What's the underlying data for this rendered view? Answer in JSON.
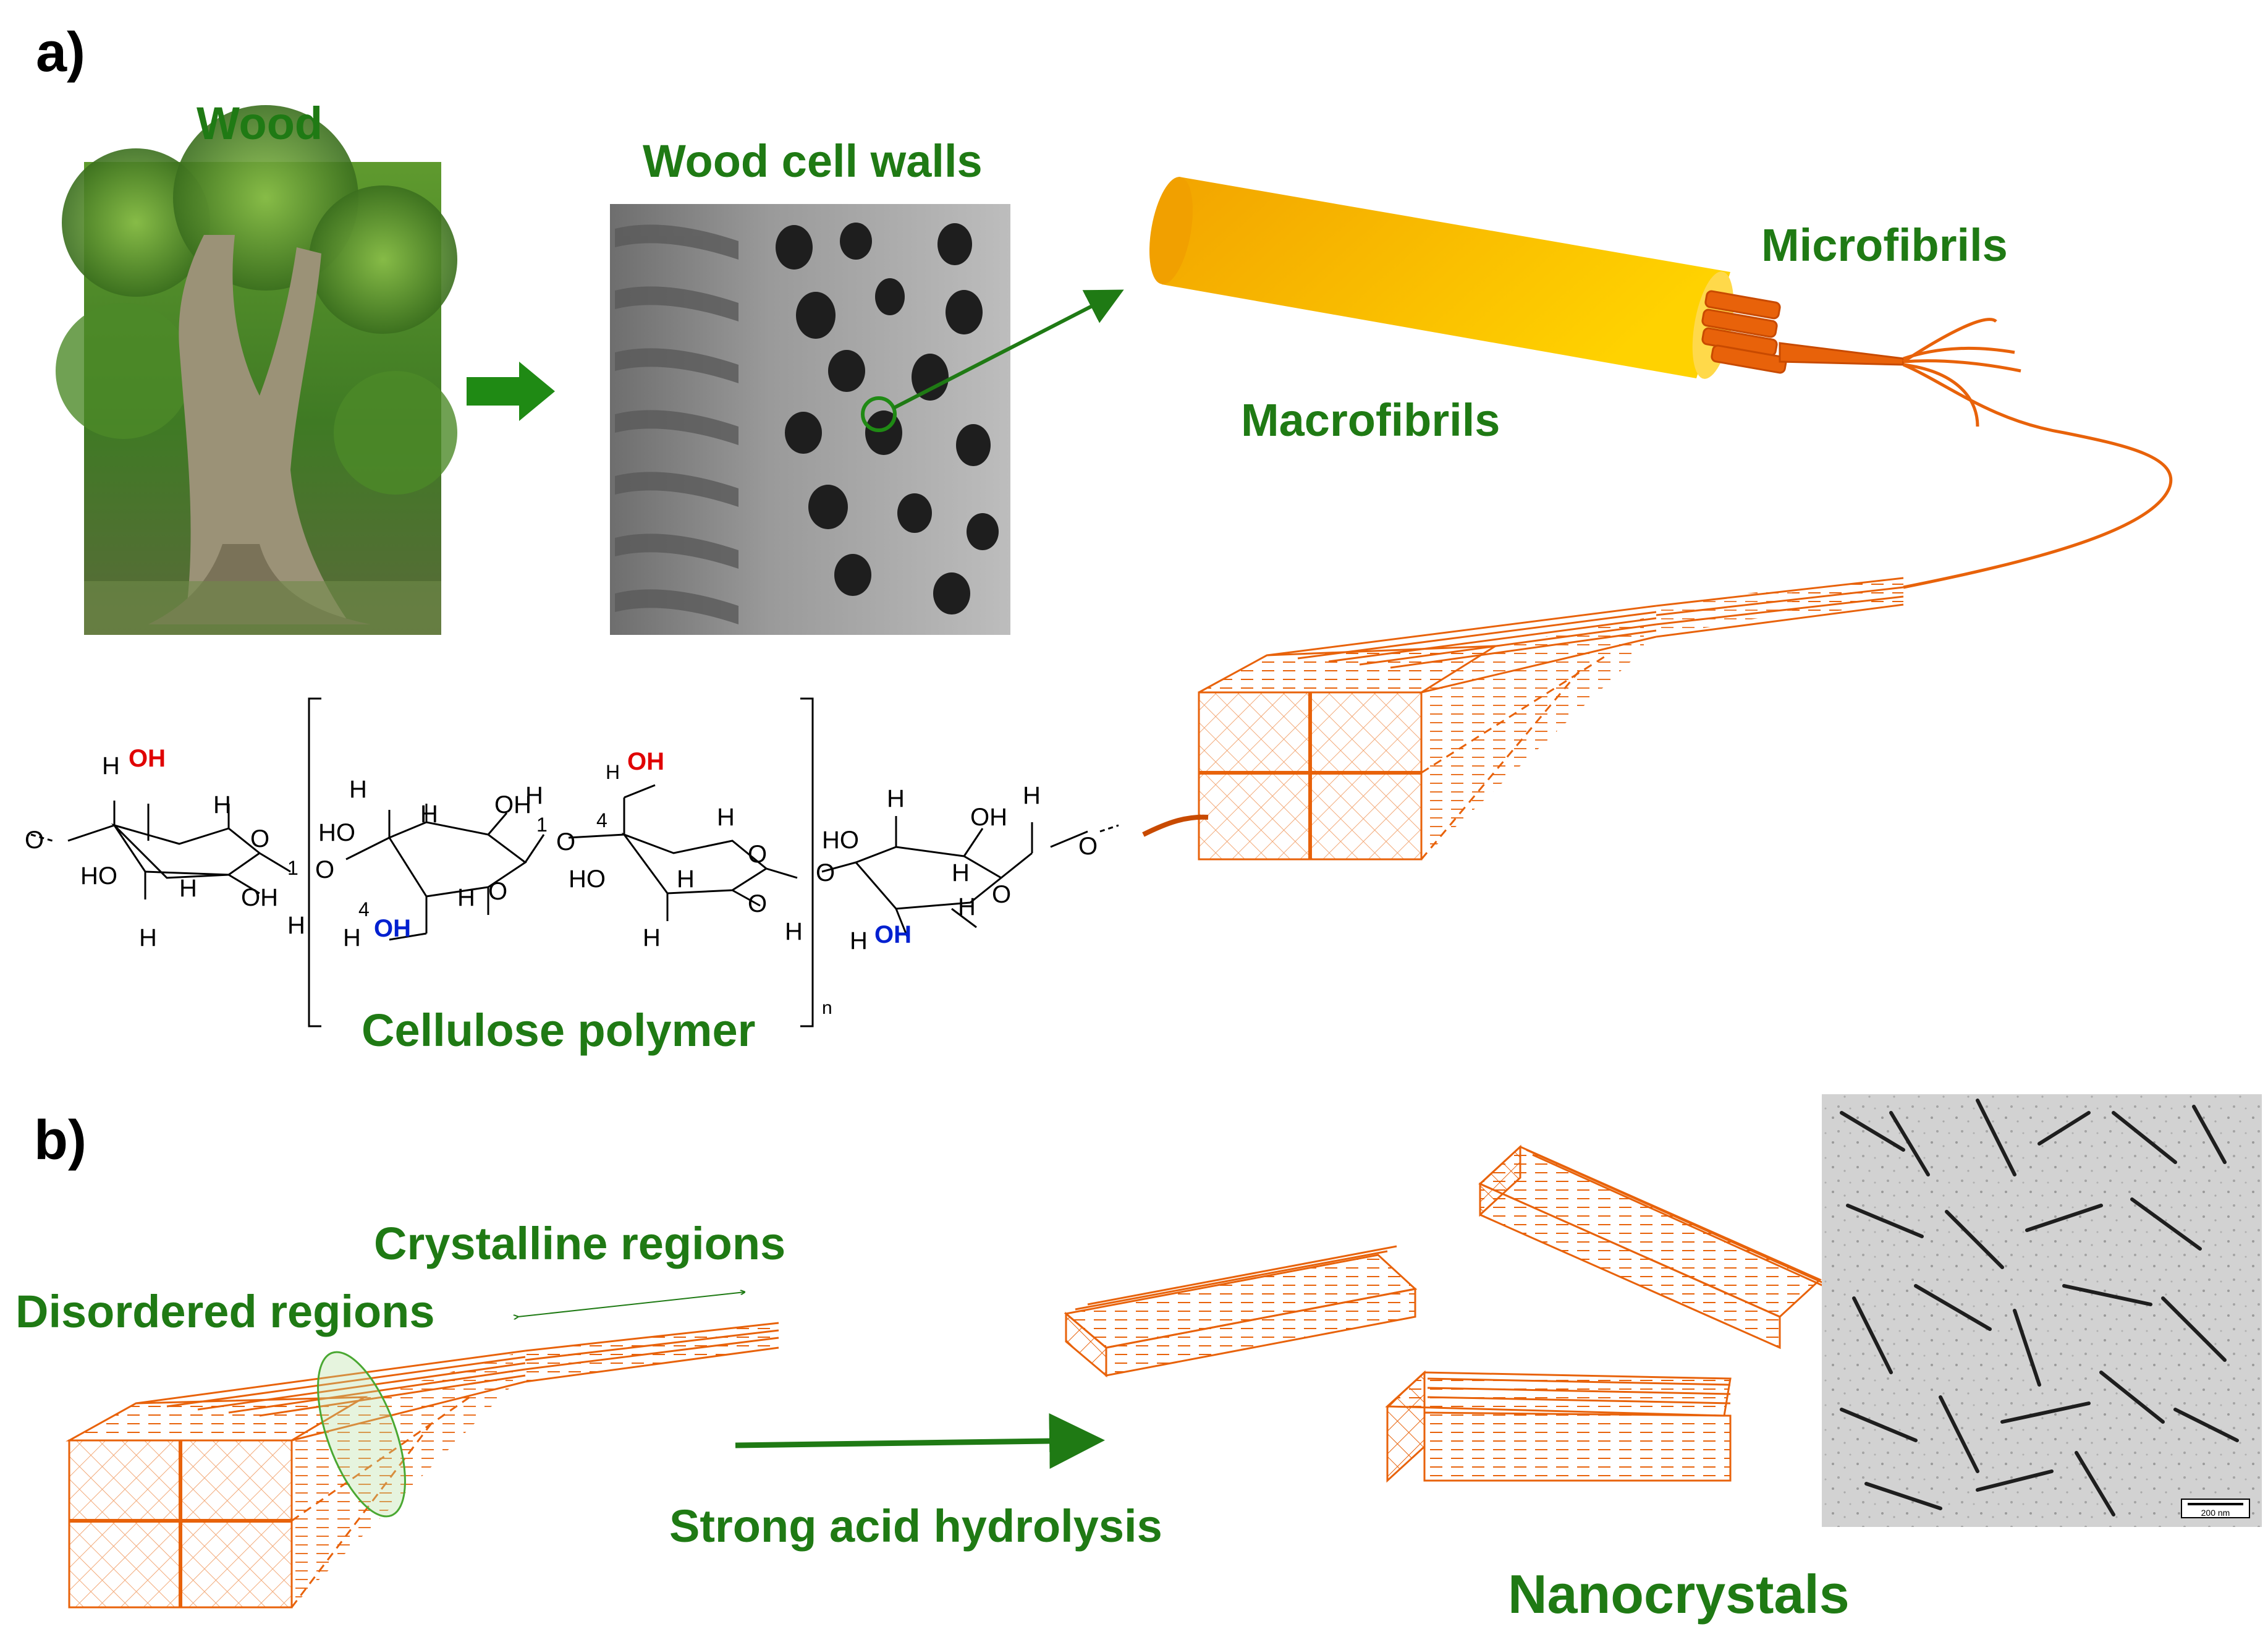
{
  "panel_a": {
    "letter": "a)",
    "wood_label": "Wood",
    "cell_walls_label": "Wood cell walls",
    "microfibrils_label": "Microfibrils",
    "macrofibrils_label": "Macrofibrils",
    "cellulose_label": "Cellulose polymer",
    "chem": {
      "oh": "OH",
      "ho": "HO",
      "h": "H",
      "o": "O",
      "n": "n",
      "c1": "1",
      "c4": "4"
    }
  },
  "panel_b": {
    "letter": "b)",
    "crystalline_label": "Crystalline regions",
    "disordered_label": "Disordered regions",
    "hydrolysis_label": "Strong acid hydrolysis",
    "nanocrystals_label": "Nanocrystals",
    "scale_bar": "200 nm"
  },
  "colors": {
    "label_green": "#1f7a14",
    "fibril_orange": "#e8620a",
    "macro_yellow": "#f5b800",
    "oh_red": "#e00000",
    "oh_blue": "#0020d0"
  }
}
